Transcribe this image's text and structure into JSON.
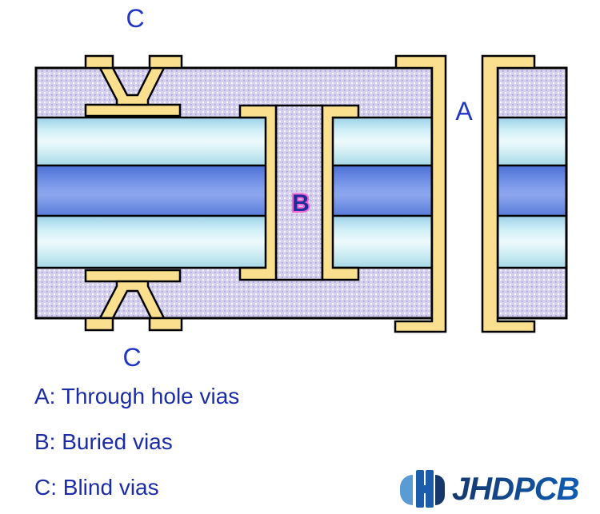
{
  "diagram": {
    "via_labels": {
      "blind_top": "C",
      "through": "A",
      "buried": "B",
      "blind_bottom": "C"
    },
    "colors": {
      "substrate_base": "#d5d1ec",
      "substrate_dot_light": "#f8f7fd",
      "substrate_dot_dark": "#a79ddc",
      "copper": "#f9df8e",
      "outline": "#000000",
      "prepreg_cyan_edge": "#9cd0e8",
      "prepreg_cyan_mid": "#eefafc",
      "core_blue_edge": "#4c70d6",
      "core_blue_mid": "#8ba6ee",
      "label_blue": "#2136c4",
      "label_b_fill": "#1e2f9c",
      "label_b_halo": "#f565d5"
    }
  },
  "legend": {
    "items": [
      "A: Through hole vias",
      "B: Buried vias",
      "C: Blind vias"
    ],
    "text_color": "#1b2ca7"
  },
  "logo": {
    "text": "JHDPCB",
    "icon": "jhdpcb-h-circle-icon",
    "colors": {
      "crescent": "#5b9bd5",
      "h_bars": "#1b5cab",
      "half_disc": "#17376b",
      "text_dark": "#16386e",
      "text_light": "#0f5cb2"
    }
  }
}
